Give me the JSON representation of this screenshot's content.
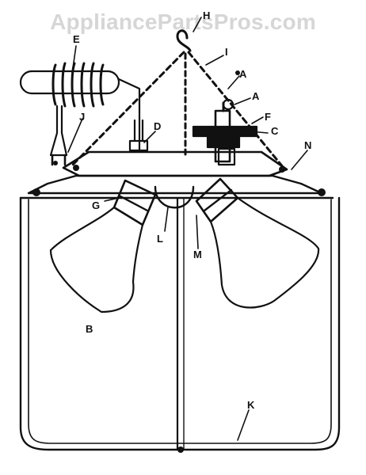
{
  "watermark": "AppliancePartsPros.com",
  "labels": {
    "H": "H",
    "I": "I",
    "A1": "A",
    "A2": "A",
    "F": "F",
    "C": "C",
    "E": "E",
    "J": "J",
    "D": "D",
    "N": "N",
    "G": "G",
    "L": "L",
    "M": "M",
    "B": "B",
    "K": "K"
  }
}
